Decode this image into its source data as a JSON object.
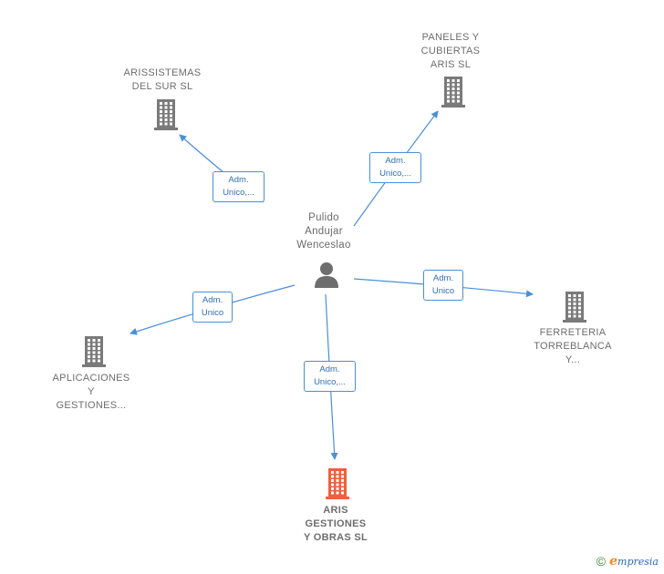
{
  "person": {
    "name": "Pulido\nAndujar\nWenceslao"
  },
  "companies": [
    {
      "id": "arissistemas",
      "name": "ARISSISTEMAS\nDEL SUR  SL",
      "focus": false
    },
    {
      "id": "paneles",
      "name": "PANELES Y\nCUBIERTAS\nARIS  SL",
      "focus": false
    },
    {
      "id": "ferreteria",
      "name": "FERRETERIA\nTORREBLANCA\nY...",
      "focus": false
    },
    {
      "id": "aplicaciones",
      "name": "APLICACIONES\nY\nGESTIONES...",
      "focus": false
    },
    {
      "id": "aris-gestiones",
      "name": "ARIS\nGESTIONES\nY OBRAS  SL",
      "focus": true
    }
  ],
  "relations": [
    {
      "to": "arissistemas",
      "label": "Adm.\nUnico,..."
    },
    {
      "to": "paneles",
      "label": "Adm.\nUnico,..."
    },
    {
      "to": "ferreteria",
      "label": "Adm.\nUnico"
    },
    {
      "to": "aplicaciones",
      "label": "Adm.\nUnico"
    },
    {
      "to": "aris-gestiones",
      "label": "Adm.\nUnico,..."
    }
  ],
  "colors": {
    "edge": "#4a8fd9",
    "building": "#7a7a7a",
    "building_focus": "#f0603a",
    "person": "#6e6e6e"
  },
  "footer": {
    "copyright_symbol": "©",
    "brand_initial": "e",
    "brand_rest": "mpresia"
  }
}
